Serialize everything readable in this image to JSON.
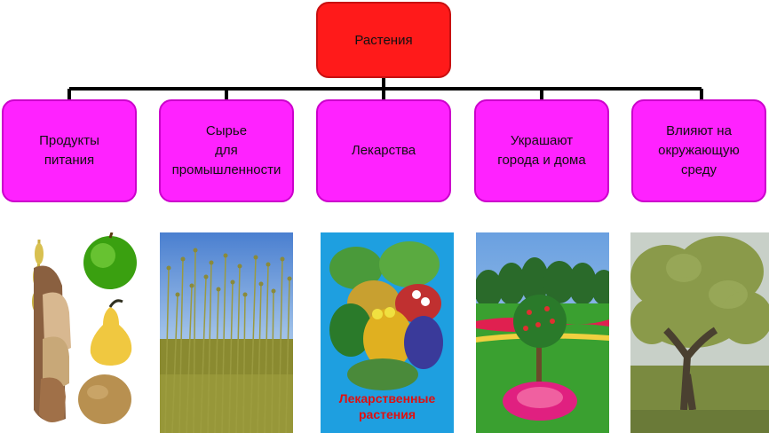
{
  "root": {
    "label": "Растения"
  },
  "categories": [
    {
      "label": "Продукты\nпитания"
    },
    {
      "label": "Сырье\nдля\nпромышленности"
    },
    {
      "label": "Лекарства"
    },
    {
      "label": "Украшают\nгорода и дома"
    },
    {
      "label": "Влияют на\nокружающую\nсреду"
    }
  ],
  "poster": {
    "line1": "Лекарственные",
    "line2": "растения"
  },
  "colors": {
    "root": "#ff1a1a",
    "category": "#ff22ff",
    "connector": "#000000",
    "poster_bg": "#1e9fe0",
    "poster_text": "#e01010"
  }
}
